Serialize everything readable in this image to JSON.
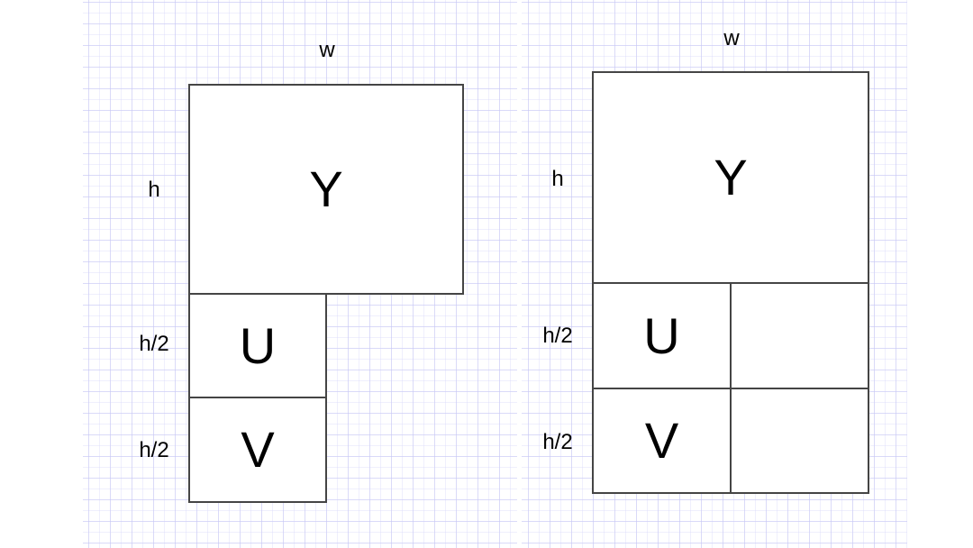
{
  "colors": {
    "stroke": "#454545",
    "grid": "#e6e6fa",
    "background": "#ffffff"
  },
  "left_diagram": {
    "width_label": "w",
    "height_label": "h",
    "u_height_label": "h/2",
    "v_height_label": "h/2",
    "y_plane": "Y",
    "u_plane": "U",
    "v_plane": "V"
  },
  "right_diagram": {
    "width_label": "w",
    "height_label": "h",
    "u_height_label": "h/2",
    "v_height_label": "h/2",
    "y_plane": "Y",
    "u_plane": "U",
    "v_plane": "V"
  }
}
